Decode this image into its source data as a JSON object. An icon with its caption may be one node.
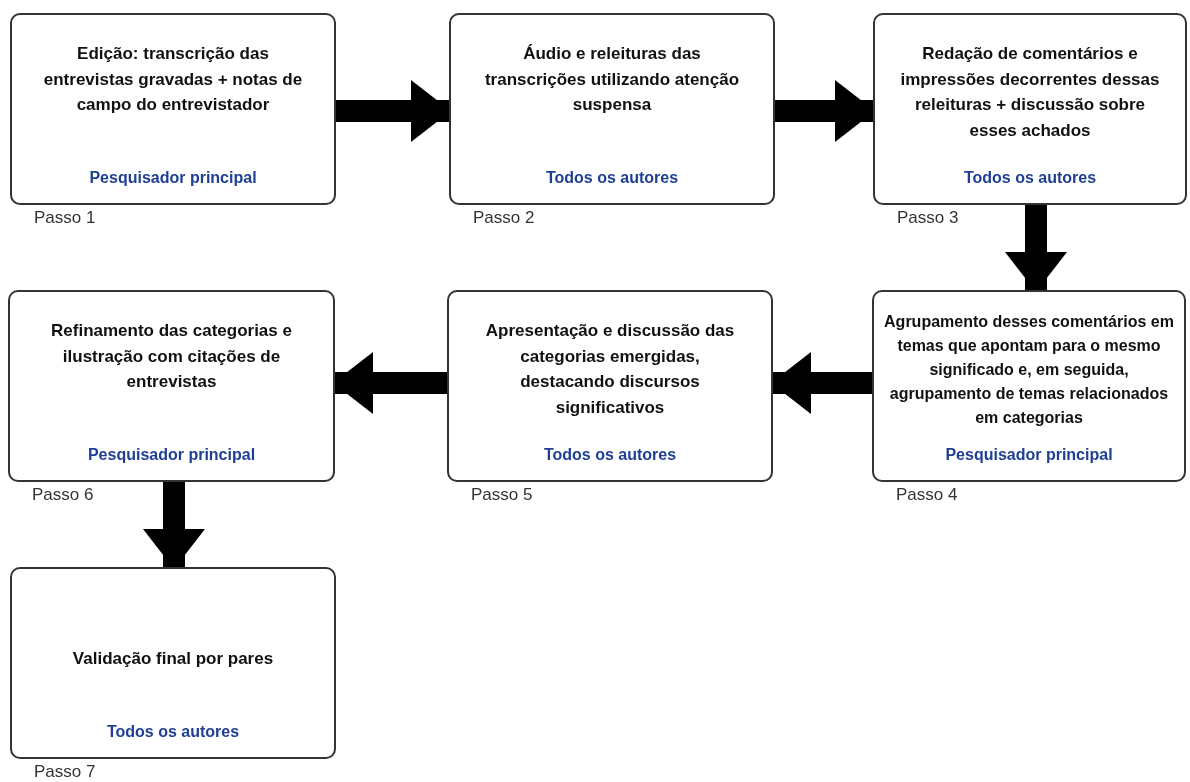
{
  "diagram": {
    "nodes": [
      {
        "text": [
          "Edição: transcrição das entrevistas gravadas + notas de campo do entrevistador",
          "Pesquisador principal"
        ],
        "beside": [
          "Passo 1"
        ]
      },
      {
        "text": [
          "Áudio e releituras das transcrições utilizando atenção suspensa",
          "Todos os autores"
        ],
        "beside": [
          "Passo 2"
        ]
      },
      {
        "text": [
          "Redação de comentários e impressões decorrentes dessas releituras + discussão sobre esses achados",
          "Todos os autores"
        ],
        "beside": [
          "Passo 3"
        ]
      },
      {
        "text": [
          "Agrupamento desses comentários em temas que apontam para o mesmo significado e, em seguida, agrupamento de temas relacionados em categorias",
          "Pesquisador principal"
        ],
        "beside": [
          "Passo 4"
        ]
      },
      {
        "text": [
          "Apresentação e discussão das categorias emergidas, destacando discursos significativos",
          "Todos os autores"
        ],
        "beside": [
          "Passo 5"
        ]
      },
      {
        "text": [
          "Refinamento das categorias e ilustração com citações de entrevistas",
          "Pesquisador principal"
        ],
        "beside": [
          "Passo 6"
        ]
      },
      {
        "text": [
          "Validação final por pares",
          "Todos os autores"
        ],
        "beside": [
          "Passo 7"
        ]
      }
    ],
    "edges": [
      {
        "from": 0,
        "to": 1,
        "arrow": "to"
      },
      {
        "from": 1,
        "to": 2,
        "arrow": "to"
      },
      {
        "from": 2,
        "to": 3,
        "arrow": "to"
      },
      {
        "from": 3,
        "to": 4,
        "arrow": "to"
      },
      {
        "from": 4,
        "to": 5,
        "arrow": "to"
      },
      {
        "from": 5,
        "to": 6,
        "arrow": "to"
      }
    ]
  }
}
